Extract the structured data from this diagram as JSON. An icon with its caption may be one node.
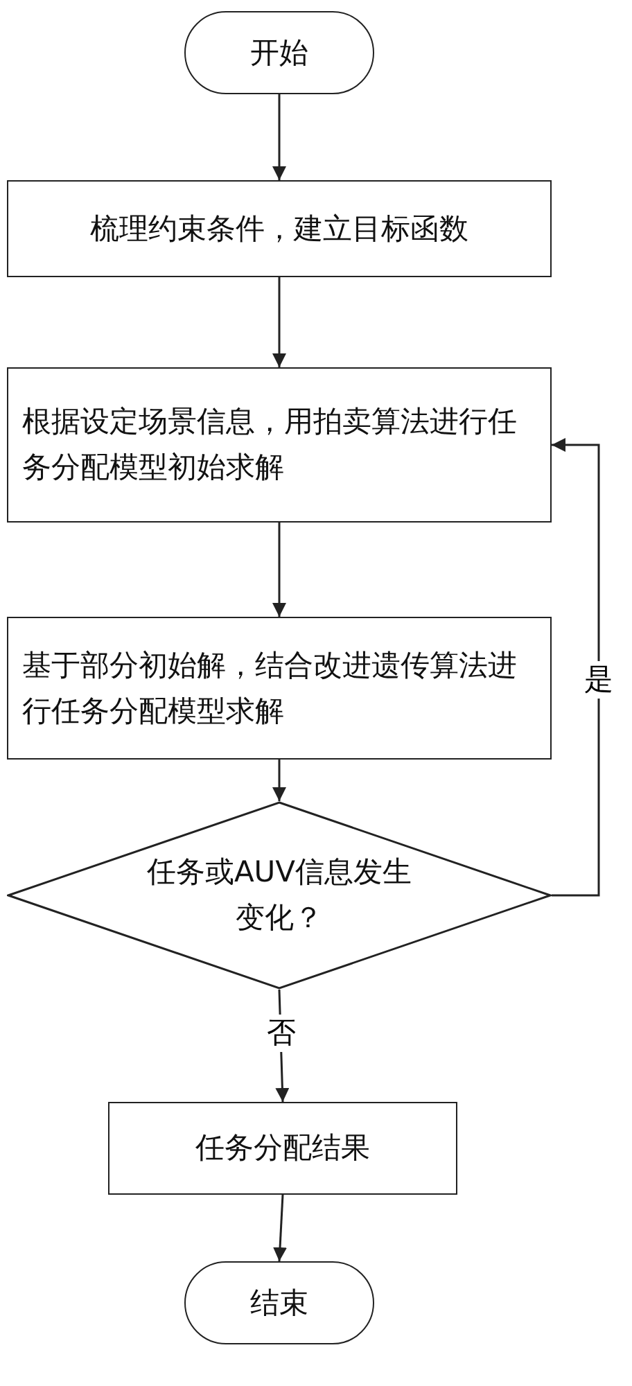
{
  "diagram": {
    "nodes": [
      {
        "text": [
          "开始"
        ]
      },
      {
        "text": [
          "梳理约束条件，建立目标函数"
        ]
      },
      {
        "text": [
          "根据设定场景信息，用拍卖算法进行任务分配模型初始求解"
        ]
      },
      {
        "text": [
          "基于部分初始解，结合改进遗传算法进行任务分配模型求解"
        ]
      },
      {
        "text": [
          "任务或AUV信息发生变化？"
        ]
      },
      {
        "text": [
          "任务分配结果"
        ]
      },
      {
        "text": [
          "结束"
        ]
      }
    ],
    "edges": [
      {
        "from": 0,
        "to": 1,
        "arrow": "to"
      },
      {
        "from": 1,
        "to": 2,
        "arrow": "to"
      },
      {
        "from": 2,
        "to": 3,
        "arrow": "to"
      },
      {
        "from": 3,
        "to": 4,
        "arrow": "to"
      },
      {
        "from": 4,
        "to": 2,
        "arrow": "to",
        "label": "是"
      },
      {
        "from": 4,
        "to": 5,
        "arrow": "to",
        "label": "否"
      },
      {
        "from": 5,
        "to": 6,
        "arrow": "to"
      }
    ]
  }
}
